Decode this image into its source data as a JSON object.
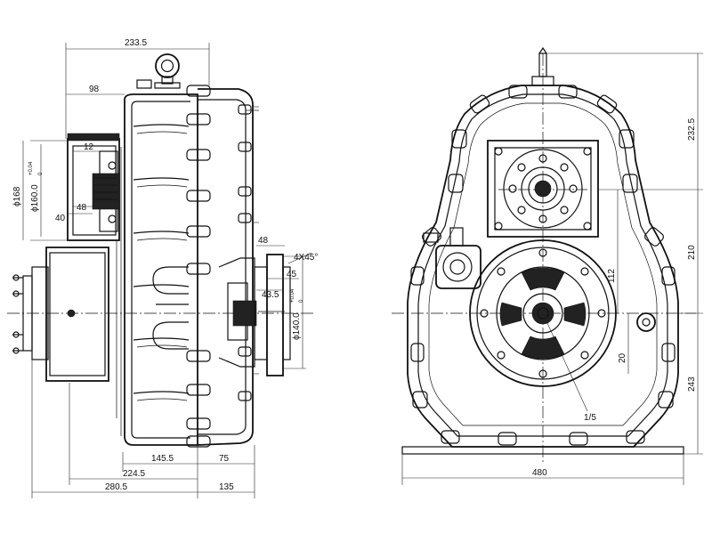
{
  "dimensions": {
    "top_width": "233.5",
    "top_offset": "98",
    "bore_a": "12",
    "flange_dia": "ϕ168",
    "flange_fit": "ϕ160.0",
    "flange_fit_tol": "+0.04",
    "flange_fit_class": "0",
    "spline_a": "48",
    "depth_a": "40",
    "out_a": "48",
    "chamfer": "4X45°",
    "out_b": "45",
    "out_c": "43.5",
    "out_fit": "ϕ140.0",
    "out_fit_tol": "+0.04",
    "out_fit_class": "0",
    "bottom_a": "145.5",
    "bottom_b": "75",
    "bottom_c": "224.5",
    "bottom_d": "280.5",
    "bottom_e": "135",
    "height_top": "232.5",
    "height_mid": "210",
    "height_low": "243",
    "offset_112": "112",
    "offset_20": "20",
    "ratio": "1/5",
    "overall_width": "480"
  }
}
